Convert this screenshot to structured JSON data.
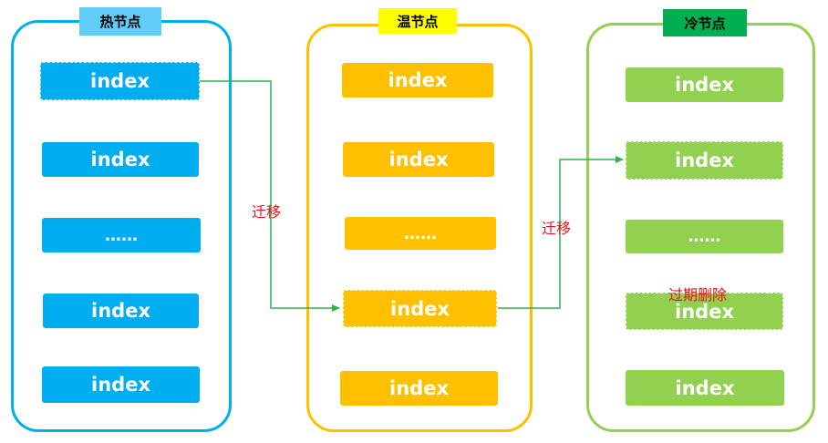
{
  "colors": {
    "hot": "#00aeef",
    "warm": "#ffc000",
    "cold": "#92d050",
    "cold_title_bg": "#00b050",
    "hot_title_bg": "#5fcdf5",
    "warm_title_bg": "#ffff00",
    "arrow": "#2fb34a",
    "label_red": "#e8141b"
  },
  "nodes": {
    "hot": {
      "title": "热节点",
      "items": [
        "index",
        "index",
        "……",
        "index",
        "index"
      ]
    },
    "warm": {
      "title": "温节点",
      "items": [
        "index",
        "index",
        "……",
        "index",
        "index"
      ]
    },
    "cold": {
      "title": "冷节点",
      "items": [
        "index",
        "index",
        "……",
        "index",
        "index"
      ]
    }
  },
  "labels": {
    "migrate_1": "迁移",
    "migrate_2": "迁移",
    "expire_delete": "过期删除"
  }
}
